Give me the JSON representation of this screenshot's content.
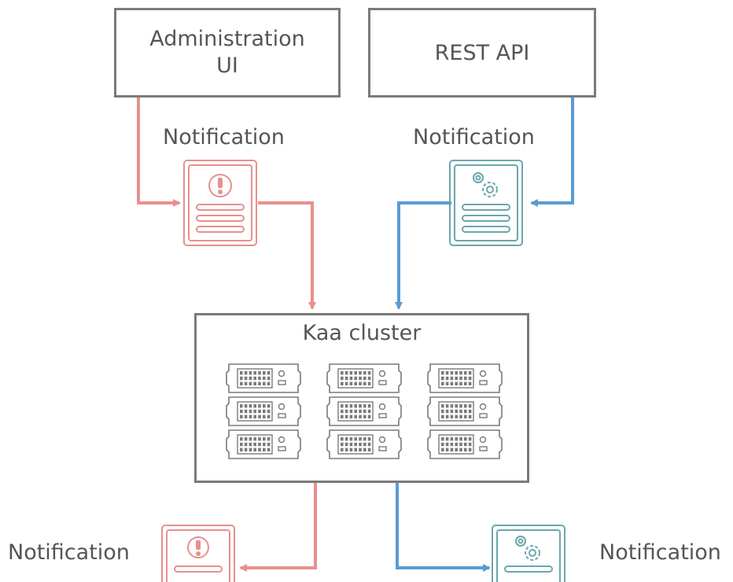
{
  "boxes": {
    "admin_ui": "Administration\nUI",
    "rest_api": "REST API",
    "kaa_cluster": "Kaa cluster"
  },
  "labels": {
    "notification_admin": "Notification",
    "notification_rest": "Notification",
    "notification_bottom_left": "Notification",
    "notification_bottom_right": "Notification"
  },
  "colors": {
    "red_flow": "#e8908e",
    "blue_flow": "#5b9bd5",
    "teal_icon": "#6aa7ad",
    "box_border": "#7a7a7a",
    "text": "#555555"
  },
  "icons": {
    "alert_notification": "alert-document-icon",
    "settings_notification": "gear-document-icon",
    "server": "server-rack-icon"
  }
}
